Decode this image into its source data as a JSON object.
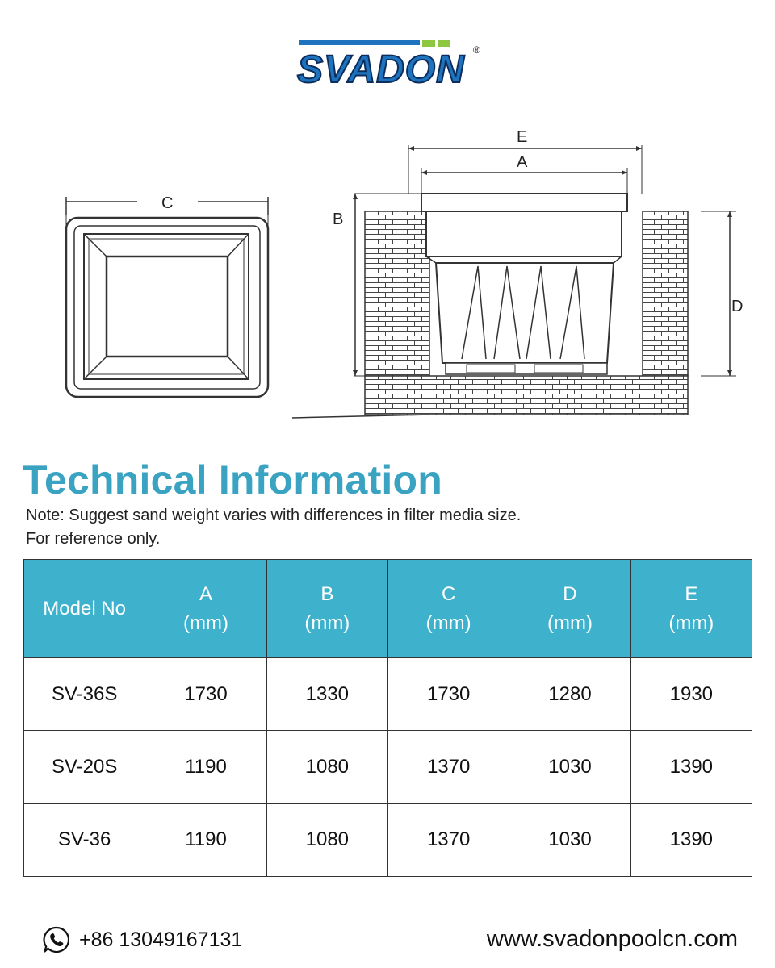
{
  "brand": {
    "name": "SVADON",
    "registered_mark": "®",
    "color_blue": "#1e73be",
    "color_green": "#8dc63f"
  },
  "diagram": {
    "label_a": "A",
    "label_b": "B",
    "label_c": "C",
    "label_d": "D",
    "label_e": "E"
  },
  "title": "Technical Information",
  "note": {
    "line1": "Note: Suggest sand weight varies with differences in filter media size.",
    "line2": "For reference only."
  },
  "table": {
    "header_color": "#3eb1cc",
    "headers": [
      {
        "label": "Model No",
        "unit": ""
      },
      {
        "label": "A",
        "unit": "(mm)"
      },
      {
        "label": "B",
        "unit": "(mm)"
      },
      {
        "label": "C",
        "unit": "(mm)"
      },
      {
        "label": "D",
        "unit": "(mm)"
      },
      {
        "label": "E",
        "unit": "(mm)"
      }
    ],
    "rows": [
      [
        "SV-36S",
        "1730",
        "1330",
        "1730",
        "1280",
        "1930"
      ],
      [
        "SV-20S",
        "1190",
        "1080",
        "1370",
        "1030",
        "1390"
      ],
      [
        "SV-36",
        "1190",
        "1080",
        "1370",
        "1030",
        "1390"
      ]
    ]
  },
  "footer": {
    "phone_icon": "whatsapp-phone-icon",
    "phone": "+86 13049167131",
    "website": "www.svadonpoolcn.com"
  }
}
